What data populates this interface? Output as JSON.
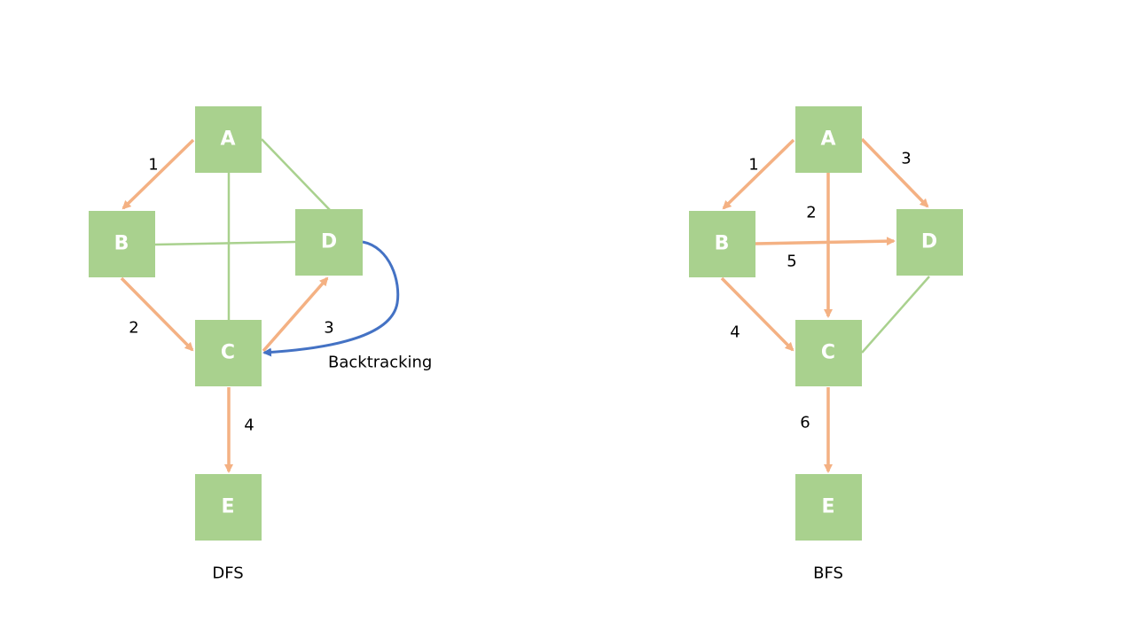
{
  "dfs": {
    "caption": "DFS",
    "nodes": {
      "A": "A",
      "B": "B",
      "C": "C",
      "D": "D",
      "E": "E"
    },
    "steps": {
      "ab": "1",
      "bc": "2",
      "cd": "3",
      "ce": "4"
    },
    "backtrack_label": "Backtracking"
  },
  "bfs": {
    "caption": "BFS",
    "nodes": {
      "A": "A",
      "B": "B",
      "C": "C",
      "D": "D",
      "E": "E"
    },
    "steps": {
      "ab": "1",
      "ac": "2",
      "ad": "3",
      "bc": "4",
      "bd": "5",
      "ce": "6"
    }
  },
  "colors": {
    "node_fill": "#a9d18e",
    "plain_edge": "#a9d18e",
    "traversal_edge": "#f4b183",
    "backtrack_edge": "#4472c4",
    "node_text": "#ffffff"
  }
}
